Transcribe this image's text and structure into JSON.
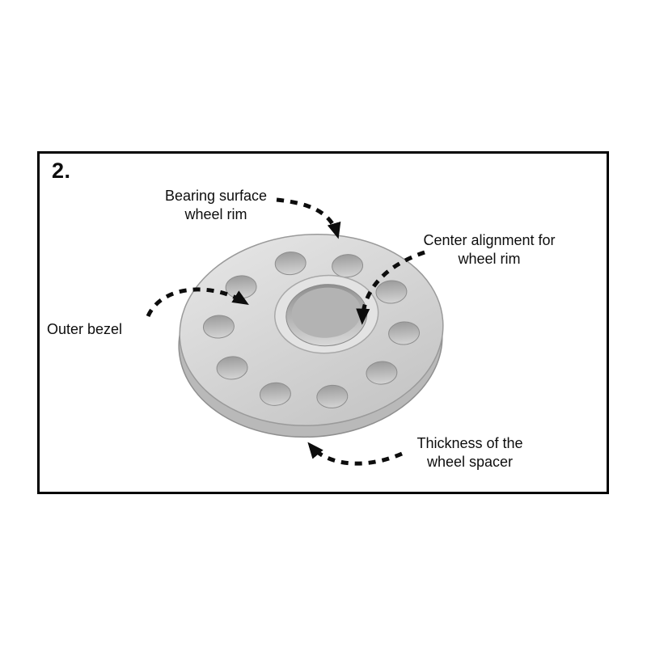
{
  "diagram": {
    "step_number": "2.",
    "labels": {
      "bearing_surface": "Bearing surface\nwheel rim",
      "center_alignment": "Center alignment for\nwheel rim",
      "outer_bezel": "Outer bezel",
      "thickness": "Thickness of the\nwheel spacer"
    },
    "colors": {
      "arrow": "#0d0d0d",
      "frame_border": "#000000",
      "disc_face_light": "#e7e7e7",
      "disc_face_dark": "#c7c7c7",
      "disc_side": "#b9b9b9",
      "disc_outline": "#9a9a9a",
      "hole_top": "#9c9c9c",
      "hole_bottom": "#d4d4d4",
      "hub_ring": "#e3e3e3",
      "bore_top": "#8f8f8f",
      "bore_bottom": "#d8d8d8",
      "bore_inner": "#b3b3b3"
    }
  }
}
